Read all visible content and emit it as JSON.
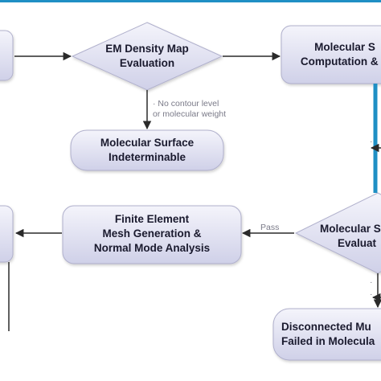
{
  "diagram": {
    "nodes": {
      "em_density": {
        "line1": "EM Density Map",
        "line2": "Evaluation"
      },
      "mol_surface_comp": {
        "line1": "Molecular S",
        "line2": "Computation & D"
      },
      "surface_indeterminable": {
        "line1": "Molecular Surface",
        "line2": "Indeterminable"
      },
      "fem": {
        "line1": "Finite Element",
        "line2": "Mesh Generation &",
        "line3": "Normal Mode Analysis"
      },
      "mol_surface_eval": {
        "line1": "Molecular S",
        "line2": "Evaluat"
      },
      "disconnected": {
        "line1": "Disconnected Mu",
        "line2": "Failed in Molecula"
      }
    },
    "edge_labels": {
      "no_contour_1": "No contour level",
      "no_contour_2": "or molecular weight",
      "pass": "Pass"
    },
    "colors": {
      "box_fill": "#dcdcef",
      "box_stroke": "#b0b0cc",
      "accent_blue": "#1f8fc4",
      "arrow": "#2a2a2a"
    }
  }
}
